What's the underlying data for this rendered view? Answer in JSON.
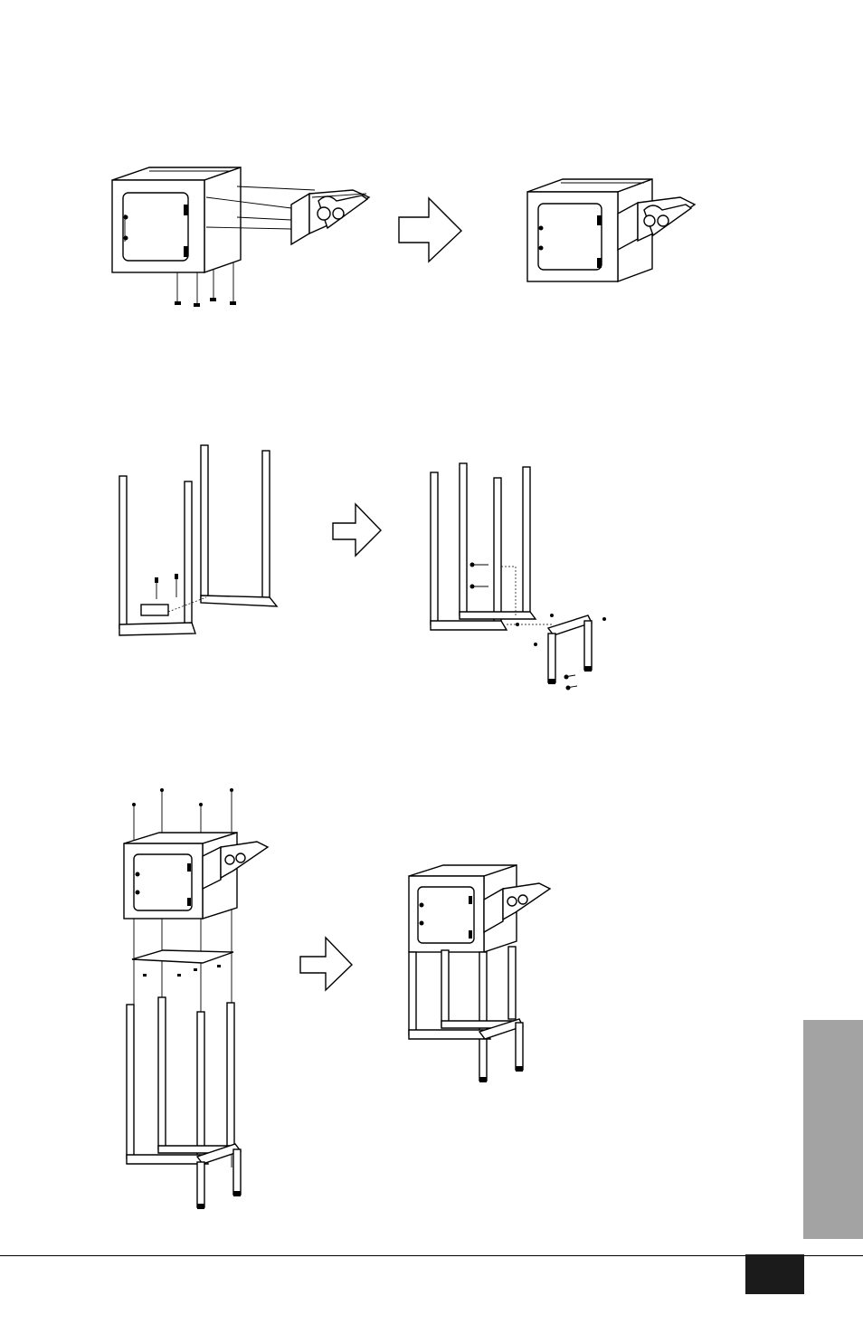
{
  "page": {
    "steps": [
      {
        "description_icon": "cabinet-side-shelf-attach"
      },
      {
        "description_icon": "frame-crossbar-attach"
      },
      {
        "description_icon": "cabinet-on-stand-mount"
      }
    ],
    "arrow_icon": "right-arrow-icon",
    "side_tab_color": "#a3a3a3",
    "page_number_box_color": "#1b1b1b"
  }
}
